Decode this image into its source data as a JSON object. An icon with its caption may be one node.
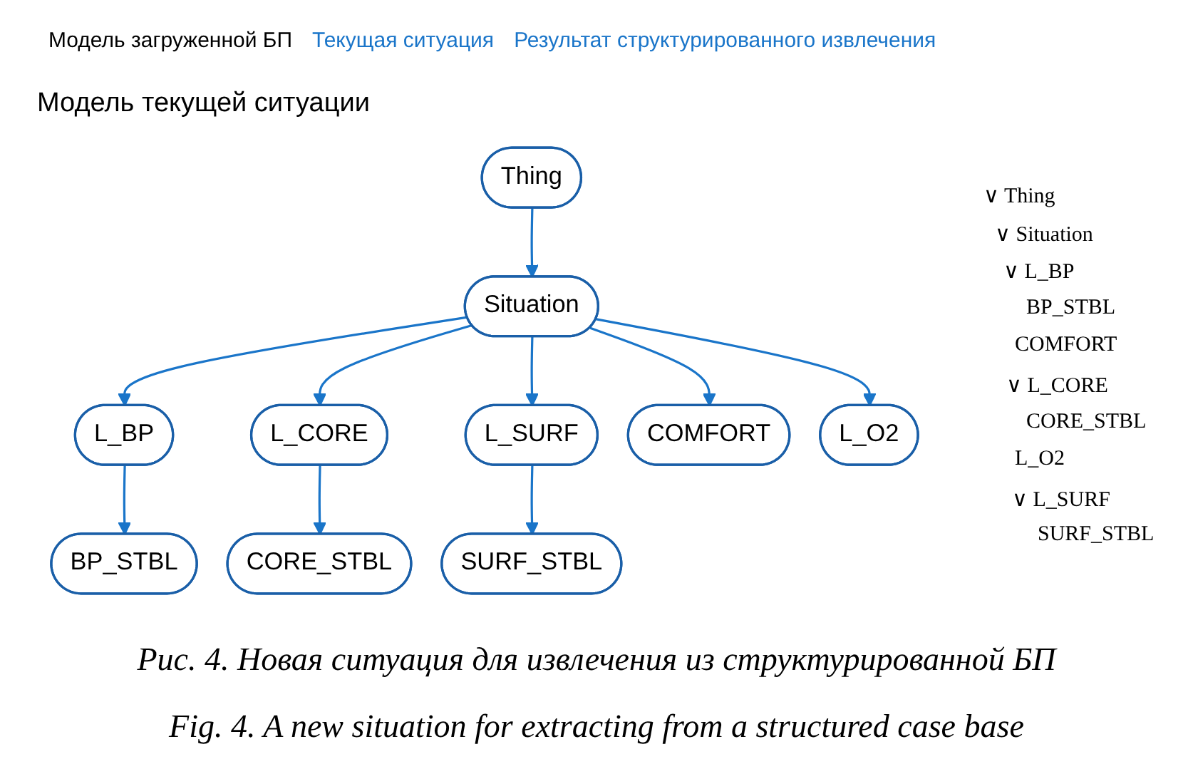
{
  "diagram": {
    "title": "Модель текущей ситуации",
    "caption": "Рис. 4. Новая ситуация для извлечения из структурированной БП",
    "nodes": [
      {
        "text": [
          "Thing"
        ]
      },
      {
        "text": [
          "Situation"
        ]
      },
      {
        "text": [
          "L_BP"
        ]
      },
      {
        "text": [
          "L_CORE"
        ]
      },
      {
        "text": [
          "L_SURF"
        ]
      },
      {
        "text": [
          "BP_STBL"
        ]
      },
      {
        "text": [
          "COMFORT"
        ]
      },
      {
        "text": [
          "CORE_STBL"
        ]
      },
      {
        "text": [
          "L_O2"
        ]
      },
      {
        "text": [
          "SURF_STBL"
        ]
      }
    ],
    "edges": [
      {
        "from": 0,
        "to": 1,
        "arrow": "to"
      },
      {
        "from": 1,
        "to": 2,
        "arrow": "to"
      },
      {
        "from": 1,
        "to": 6,
        "arrow": "to"
      },
      {
        "from": 1,
        "to": 3,
        "arrow": "to"
      },
      {
        "from": 1,
        "to": 8,
        "arrow": "to"
      },
      {
        "from": 1,
        "to": 4,
        "arrow": "to"
      },
      {
        "from": 2,
        "to": 5,
        "arrow": "to"
      },
      {
        "from": 3,
        "to": 7,
        "arrow": "to"
      },
      {
        "from": 4,
        "to": 9,
        "arrow": "to"
      }
    ],
    "labels": [
      "Модель загруженной БП",
      "Текущая ситуация",
      "Результат структурированного извлечения",
      "∨ Thing",
      "∨ Situation",
      "∨ L_BP",
      "BP_STBL",
      "COMFORT",
      "∨ L_CORE",
      "CORE_STBL",
      "L_O2",
      "∨ L_SURF",
      "SURF_STBL",
      "Fig. 4. A new situation for extracting from a structured case base"
    ]
  }
}
